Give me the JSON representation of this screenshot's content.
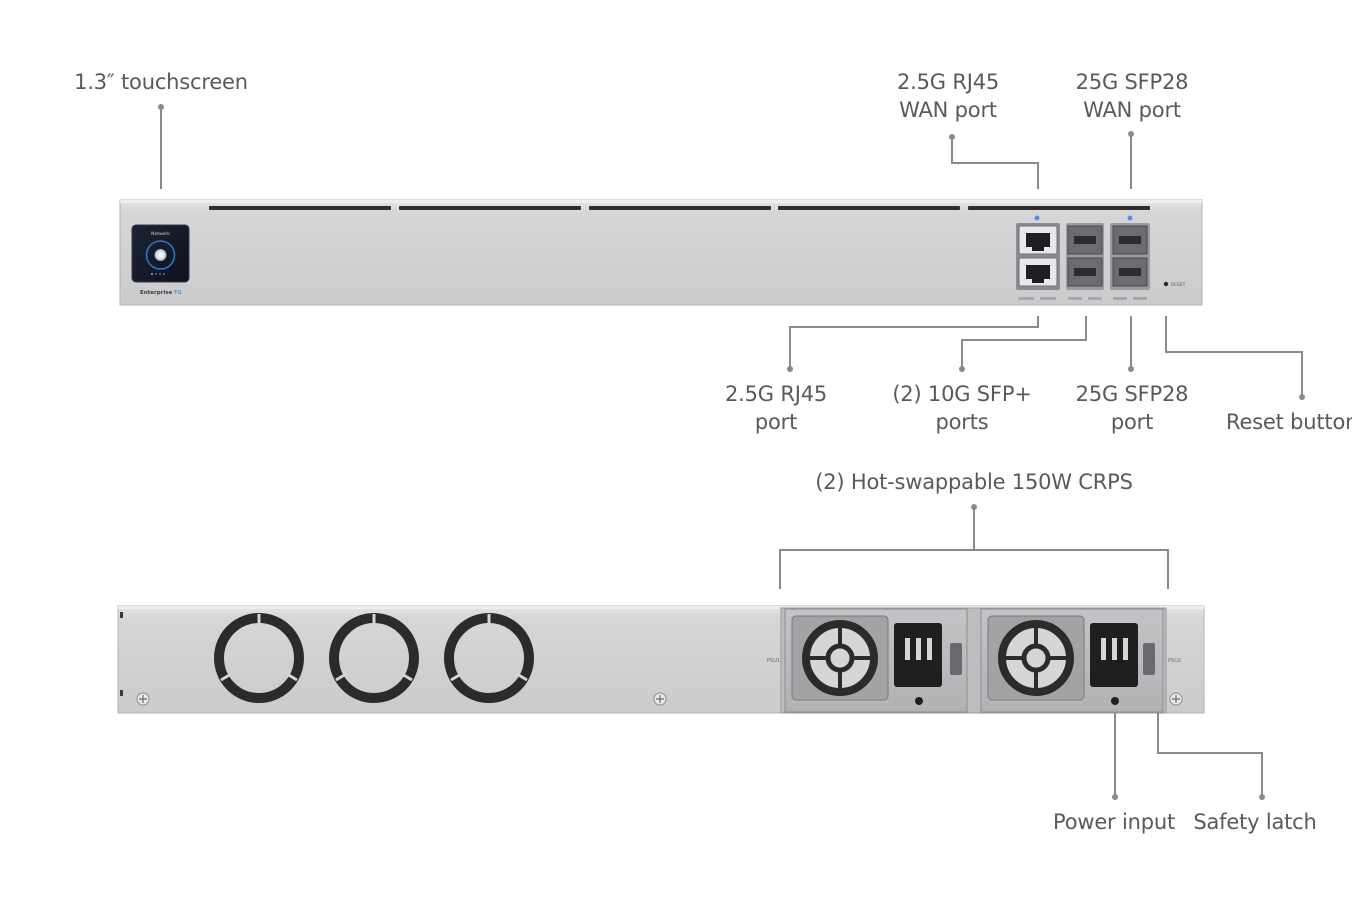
{
  "front": {
    "screen_title": "Network",
    "brand": "Enterprise",
    "brand_suffix": "FG",
    "reset_text": "RESET",
    "callouts": {
      "touchscreen": "1.3″ touchscreen",
      "rj45_wan": [
        "2.5G RJ45",
        "WAN port"
      ],
      "sfp28_wan": [
        "25G SFP28",
        "WAN port"
      ],
      "rj45_port": [
        "2.5G RJ45",
        "port"
      ],
      "sfp_plus": [
        "(2) 10G SFP+",
        "ports"
      ],
      "sfp28_port": [
        "25G SFP28",
        "port"
      ],
      "reset": "Reset button"
    }
  },
  "rear": {
    "psu_left_label": "PSU1",
    "psu_right_label": "PSU2",
    "callouts": {
      "crps": "(2) Hot-swappable 150W CRPS",
      "power_input": "Power input",
      "safety_latch": "Safety latch"
    }
  },
  "colors": {
    "chassis": "#d4d4d6",
    "chassis_edge": "#a9a9ac",
    "leader": "#8a8a8a",
    "label": "#5a5a5a",
    "fan": "#2b2b2b",
    "screen_accent": "#2f74c0"
  }
}
